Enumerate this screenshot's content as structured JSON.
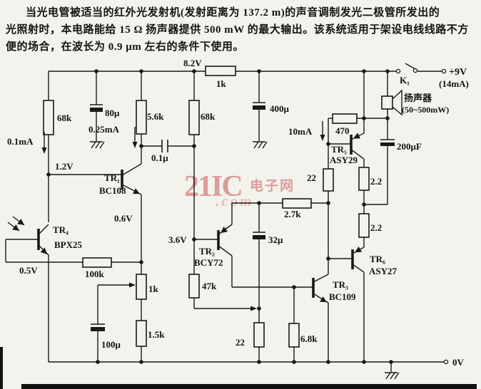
{
  "intro": {
    "line1": "当光电管被适当的红外光发射机(发射距离为 137.2 m)的声音调制发光二极管所发出的",
    "line2": "光照射时，本电路能给 15 Ω 扬声器提供 500 mW 的最大输出。该系统适用于架设电线线路不方",
    "line3": "便的场合，在波长为 0.9 μm 左右的条件下使用。"
  },
  "supply": {
    "v_plus": "+9V",
    "i_total": "(14mA)",
    "switch": "K₁",
    "v_rail": "8.2V",
    "v_zero": "0V"
  },
  "speaker": {
    "label": "扬声器",
    "range": "(50~500mW)"
  },
  "transistors": {
    "t1": {
      "ref": "TR₁",
      "part": "BC108"
    },
    "t2": {
      "ref": "TR₂",
      "part": "BCY72"
    },
    "t3": {
      "ref": "TR₃",
      "part": "BC109"
    },
    "t4": {
      "ref": "TR₄",
      "part": "BPX25"
    },
    "t5": {
      "ref": "TR₅",
      "part": "ASY29"
    },
    "t6": {
      "ref": "TR₆",
      "part": "ASY27"
    }
  },
  "resistors": {
    "r68k_left": "68k",
    "r5k6": "5.6k",
    "r68k_mid": "68k",
    "r1k_top": "1k",
    "r470": "470",
    "r22_right": "22",
    "r2k7": "2.7k",
    "r2r2_a": "2.2",
    "r2r2_b": "2.2",
    "r100k": "100k",
    "r1k_pot": "1k",
    "r1k5": "1.5k",
    "r47k": "47k",
    "r22_mid": "22",
    "r6k8": "6.8k"
  },
  "capacitors": {
    "c80u": "80μ",
    "c0u1": "0.1μ",
    "c400u": "400μ",
    "c32u": "32μ",
    "c100u": "100μ",
    "c200u": "200μF"
  },
  "currents": {
    "i0m1": "0.1mA",
    "i0m25": "0.25mA",
    "i10m": "10mA"
  },
  "voltages": {
    "v1_2": "1.2V",
    "v0_6": "0.6V",
    "v0_5": "0.5V",
    "v3_6": "3.6V"
  },
  "watermark": {
    "big": "21IC",
    "cn": "电子网",
    "dot": ".com"
  }
}
